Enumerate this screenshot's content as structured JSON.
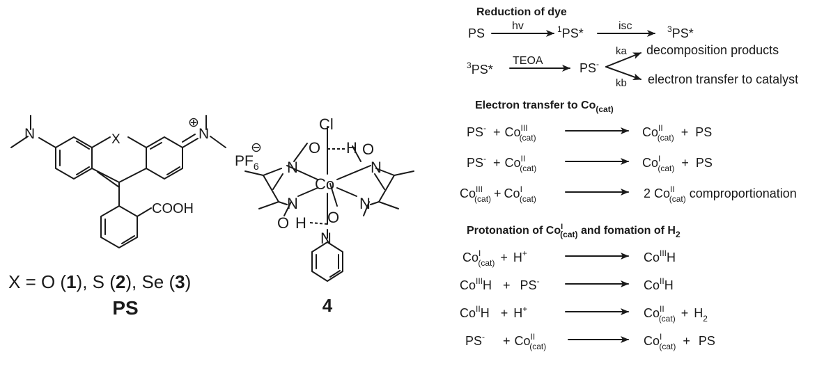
{
  "left_panel": {
    "counter_ion": "PF",
    "counter_ion_sub": "6",
    "cooh": "COOH",
    "x_atom": "X",
    "n_atom": "N",
    "plus_sign": "⊕",
    "minus_sign": "⊖",
    "caption_prefix": "X = O (",
    "caption_1": "1",
    "caption_sep1": "), S (",
    "caption_2": "2",
    "caption_sep2": "), Se (",
    "caption_3": "3",
    "caption_suffix": ")",
    "ps_label": "PS"
  },
  "middle_panel": {
    "cl": "Cl",
    "o": "O",
    "h": "H",
    "n": "N",
    "co": "Co",
    "compound_label": "4"
  },
  "scheme": {
    "reduction": {
      "heading": "Reduction of dye",
      "r1": {
        "ps": "PS",
        "hv": "hv",
        "ps1_sup": "1",
        "ps1": "PS*",
        "isc": "isc",
        "ps3_sup": "3",
        "ps3": "PS*"
      },
      "r2": {
        "ps3_sup": "3",
        "ps3": "PS*",
        "teoa": "TEOA",
        "ps": "PS",
        "minus": "-",
        "ka": "ka",
        "kb": "kb",
        "product_a": "decomposition products",
        "product_b": "electron transfer to catalyst"
      }
    },
    "electron_transfer": {
      "heading": "Electron transfer to Co",
      "heading_sub": "(cat)",
      "rows": [
        {
          "a": "PS",
          "a_sup": "-",
          "plus": "+",
          "b": "Co",
          "b_sup": "III",
          "b_sub": "(cat)",
          "c": "Co",
          "c_sup": "II",
          "c_sub": "(cat)",
          "plus2": "+",
          "d": "PS"
        },
        {
          "a": "PS",
          "a_sup": "-",
          "plus": "+",
          "b": "Co",
          "b_sup": "II",
          "b_sub": "(cat)",
          "c": "Co",
          "c_sup": "I",
          "c_sub": "(cat)",
          "plus2": "+",
          "d": "PS"
        }
      ],
      "comp": {
        "a": "Co",
        "a_sup": "III",
        "a_sub": "(cat)",
        "plus": "+",
        "b": "Co",
        "b_sup": "I",
        "b_sub": "(cat)",
        "c_pre": "2 Co",
        "c_sup": "II",
        "c_sub": "(cat)",
        "c_post": " comproportionation"
      }
    },
    "protonation": {
      "heading_pre": "Protonation of Co",
      "heading_sup": "I",
      "heading_sub": "(cat)",
      "heading_post": " and fomation of H",
      "heading_sub2": "2",
      "rows": [
        {
          "a": "Co",
          "a_sup": "I",
          "a_sub": "(cat)",
          "plus": "+",
          "b": "H",
          "b_sup": "+",
          "c": "Co",
          "c_sup": "III",
          "c_post": "H"
        },
        {
          "a": "Co",
          "a_sup": "III",
          "a_post": "H",
          "plus": "+",
          "b": "PS",
          "b_sup": "-",
          "c": "Co",
          "c_sup": "II",
          "c_post": "H"
        },
        {
          "a": "Co",
          "a_sup": "II",
          "a_post": "H",
          "plus": "+",
          "b": "H",
          "b_sup": "+",
          "c": "Co",
          "c_sup": "II",
          "c_sub": "(cat)",
          "plus2": "+",
          "d": "H",
          "d_sub": "2"
        },
        {
          "a": "PS",
          "a_sup": "-",
          "plus": "+",
          "b": "Co",
          "b_sup": "II",
          "b_sub": "(cat)",
          "c": "Co",
          "c_sup": "I",
          "c_sub": "(cat)",
          "plus2": "+",
          "d": "PS"
        }
      ]
    }
  }
}
